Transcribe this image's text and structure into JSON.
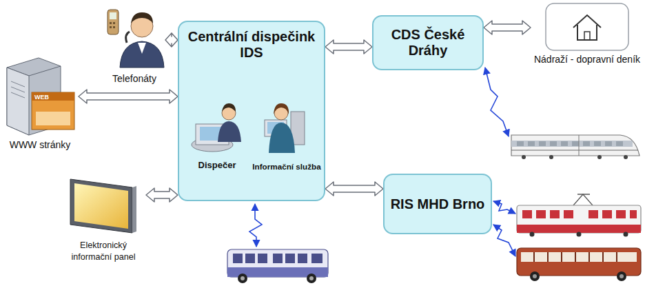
{
  "diagram": {
    "nodes": [
      {
        "text": [
          "Telefonáty"
        ]
      },
      {
        "text": [
          "WWW stránky"
        ]
      },
      {
        "text": [
          "Elektronický informační panel"
        ]
      },
      {
        "text": [
          "Centrální dispečink IDS"
        ]
      },
      {
        "text": [
          "Dispečer"
        ],
        "in": 3
      },
      {
        "text": [
          "Informační služba"
        ],
        "in": 3
      },
      {
        "text": [
          "CDS České Dráhy"
        ]
      },
      {
        "text": [
          "Nádraží - dopravní deník"
        ]
      },
      {
        "text": [
          "RIS MHD Brno"
        ]
      }
    ],
    "edges": [
      {
        "from": 0,
        "to": 3,
        "arrow": "both"
      },
      {
        "from": 1,
        "to": 3,
        "arrow": "both"
      },
      {
        "from": 2,
        "to": 3,
        "arrow": "both"
      },
      {
        "from": 3,
        "to": 6,
        "arrow": "both"
      },
      {
        "from": 6,
        "to": 7,
        "arrow": "both"
      },
      {
        "from": 3,
        "to": 8,
        "arrow": "both"
      }
    ],
    "labels": [
      "WEB"
    ]
  }
}
